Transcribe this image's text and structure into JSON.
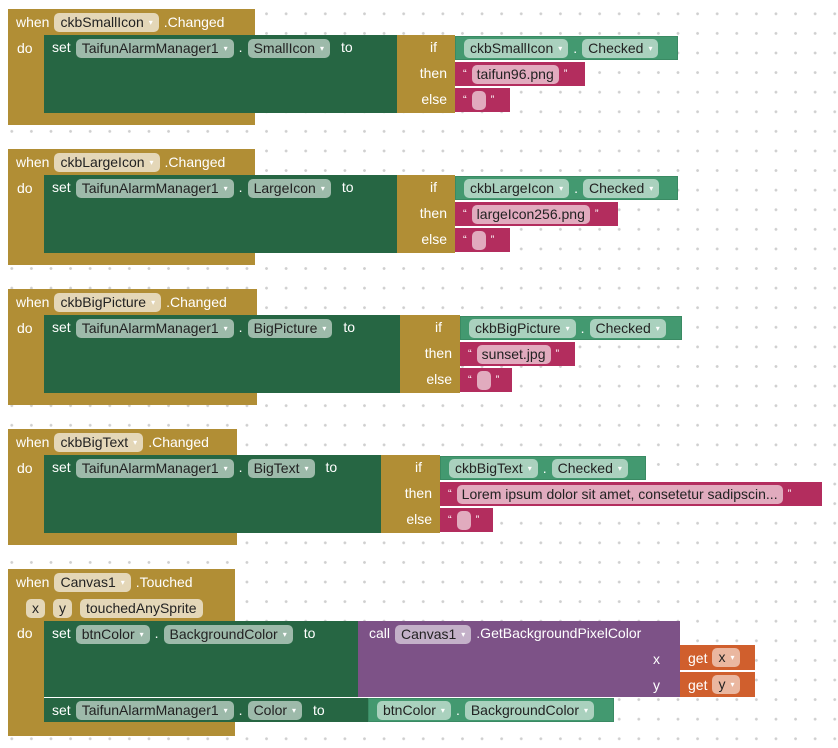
{
  "labels": {
    "when": "when",
    "do": "do",
    "set": "set",
    "to": "to",
    "dot": ".",
    "if": "if",
    "then": "then",
    "else": "else",
    "call": "call",
    "get": "get",
    "open_quote": "“",
    "close_quote": "”",
    "dropdown": "▾"
  },
  "events": [
    {
      "component": "ckbSmallIcon",
      "event": ".Changed",
      "target": "TaifunAlarmManager1",
      "property": "SmallIcon",
      "cond_component": "ckbSmallIcon",
      "cond_property": "Checked",
      "then_text": "taifun96.png",
      "else_text": ""
    },
    {
      "component": "ckbLargeIcon",
      "event": ".Changed",
      "target": "TaifunAlarmManager1",
      "property": "LargeIcon",
      "cond_component": "ckbLargeIcon",
      "cond_property": "Checked",
      "then_text": "largeIcon256.png",
      "else_text": ""
    },
    {
      "component": "ckbBigPicture",
      "event": ".Changed",
      "target": "TaifunAlarmManager1",
      "property": "BigPicture",
      "cond_component": "ckbBigPicture",
      "cond_property": "Checked",
      "then_text": "sunset.jpg",
      "else_text": ""
    },
    {
      "component": "ckbBigText",
      "event": ".Changed",
      "target": "TaifunAlarmManager1",
      "property": "BigText",
      "cond_component": "ckbBigText",
      "cond_property": "Checked",
      "then_text": "Lorem ipsum dolor sit amet, consetetur sadipscin...",
      "else_text": ""
    }
  ],
  "touched": {
    "component": "Canvas1",
    "event": ".Touched",
    "params": [
      "x",
      "y",
      "touchedAnySprite"
    ],
    "set1": {
      "target": "btnColor",
      "property": "BackgroundColor",
      "call_component": "Canvas1",
      "method": ".GetBackgroundPixelColor",
      "arg_x": "x",
      "arg_y": "y",
      "get_x": "x",
      "get_y": "y"
    },
    "set2": {
      "target": "TaifunAlarmManager1",
      "property": "Color",
      "src_component": "btnColor",
      "src_property": "BackgroundColor"
    }
  }
}
